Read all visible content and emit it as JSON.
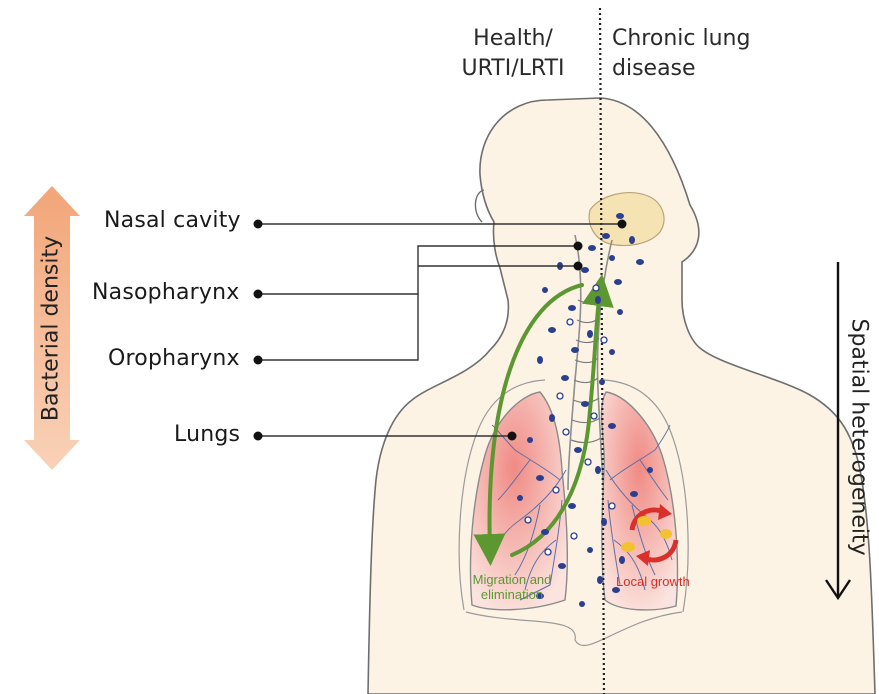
{
  "header": {
    "left_line1": "Health/",
    "left_line2": "URTI/LRTI",
    "right_line1": "Chronic lung",
    "right_line2": "disease"
  },
  "sites": [
    {
      "id": "nasal",
      "label": "Nasal cavity"
    },
    {
      "id": "naso",
      "label": "Nasopharynx"
    },
    {
      "id": "oro",
      "label": "Oropharynx"
    },
    {
      "id": "lungs",
      "label": "Lungs"
    }
  ],
  "side_labels": {
    "left": "Bacterial density",
    "right": "Spatial heterogeneity"
  },
  "annotations": {
    "left_line1": "Migration and",
    "left_line2": "elimination",
    "right": "Local growth"
  },
  "colors": {
    "skin": "#fdf3e4",
    "skin_outline": "#6e6e6e",
    "lung_fill": "#f7c9c3",
    "bronchi": "#5e6fa7",
    "nasal_cavity": "#f5e3b3",
    "bacteria": "#2b3f8f",
    "migration_arrow": "#5d9732",
    "growth_arrow": "#d9302c",
    "growth_accent": "#f2c230",
    "density_arrow": "#f1ae84"
  }
}
